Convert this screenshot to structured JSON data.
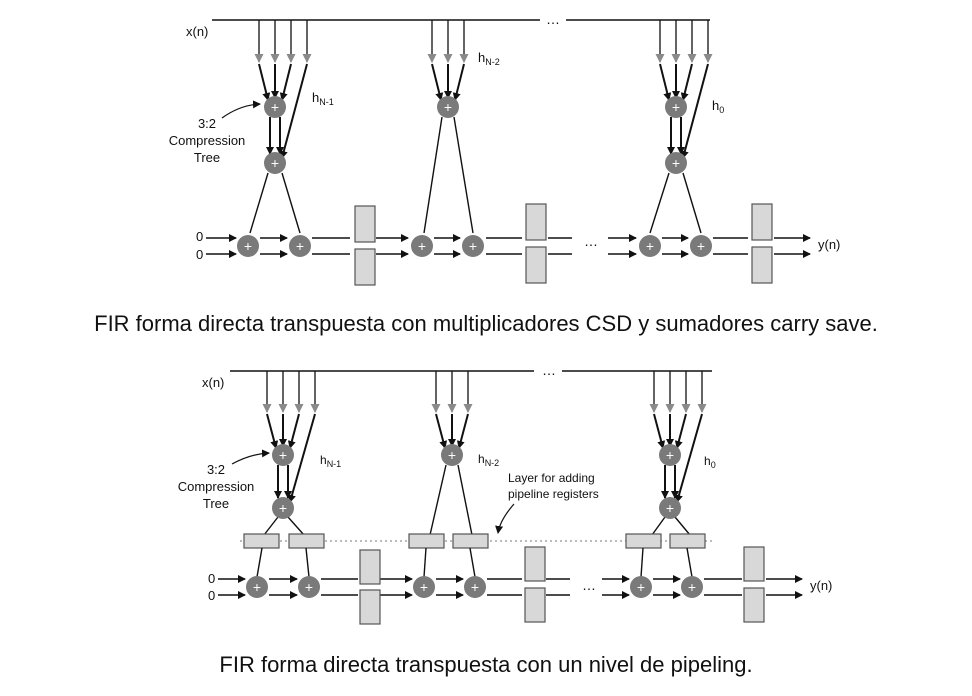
{
  "colors": {
    "wire": "#111111",
    "adder": "#7a7a7a",
    "tap_arrow": "#8a8a8a",
    "register_fill": "#d8d8d8",
    "register_stroke": "#555555",
    "dashed_layer": "#777777"
  },
  "top": {
    "input_label": "x(n)",
    "dots": "…",
    "taps": {
      "left": "h",
      "left_sub": "N-1",
      "mid": "h",
      "mid_sub": "N-2",
      "right": "h",
      "right_sub": "0"
    },
    "tree_label": [
      "3:2",
      "Compression",
      "Tree"
    ],
    "zero_inputs": [
      "0",
      "0"
    ],
    "output_label": "y(n)",
    "caption": "FIR forma directa transpuesta con multiplicadores CSD y sumadores carry save."
  },
  "bottom": {
    "input_label": "x(n)",
    "dots": "…",
    "taps": {
      "left": "h",
      "left_sub": "N-1",
      "mid": "h",
      "mid_sub": "N-2",
      "right": "h",
      "right_sub": "0"
    },
    "tree_label": [
      "3:2",
      "Compression",
      "Tree"
    ],
    "layer_label": [
      "Layer for adding",
      "pipeline registers"
    ],
    "zero_inputs": [
      "0",
      "0"
    ],
    "output_label": "y(n)",
    "caption": "FIR forma directa transpuesta con un nivel de pipeling."
  }
}
